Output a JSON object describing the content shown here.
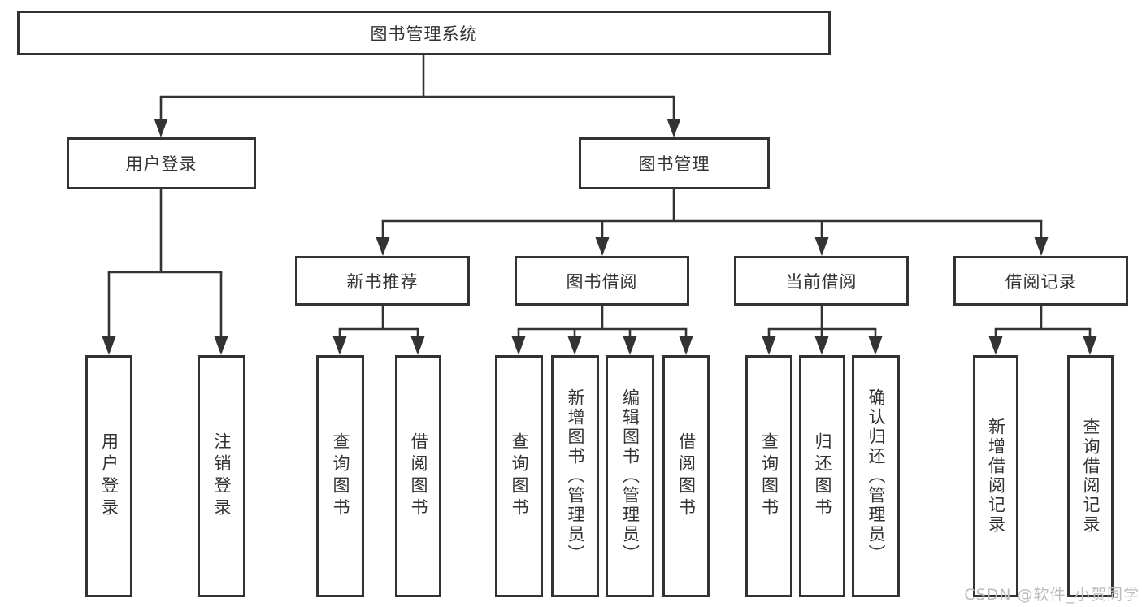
{
  "colors": {
    "line": "#333333",
    "box_border": "#333333",
    "text": "#333333",
    "background": "#ffffff",
    "watermark": "#bcbcbc"
  },
  "watermark": {
    "text": "CSDN @软件_小贺同学"
  },
  "tree": {
    "root": {
      "label": "图书管理系统"
    },
    "level2": [
      {
        "label": "用户登录"
      },
      {
        "label": "图书管理"
      }
    ],
    "level3": [
      {
        "label": "新书推荐"
      },
      {
        "label": "图书借阅"
      },
      {
        "label": "当前借阅"
      },
      {
        "label": "借阅记录"
      }
    ],
    "level4": {
      "user_login_children": [
        {
          "label": "用户登录"
        },
        {
          "label": "注销登录"
        }
      ],
      "new_book_children": [
        {
          "label": "查询图书"
        },
        {
          "label": "借阅图书"
        }
      ],
      "book_borrow_children": [
        {
          "label": "查询图书"
        },
        {
          "label": "新增图书（管理员）"
        },
        {
          "label": "编辑图书（管理员）"
        },
        {
          "label": "借阅图书"
        }
      ],
      "current_borrow_children": [
        {
          "label": "查询图书"
        },
        {
          "label": "归还图书"
        },
        {
          "label": "确认归还（管理员）"
        }
      ],
      "borrow_record_children": [
        {
          "label": "新增借阅记录"
        },
        {
          "label": "查询借阅记录"
        }
      ]
    }
  }
}
